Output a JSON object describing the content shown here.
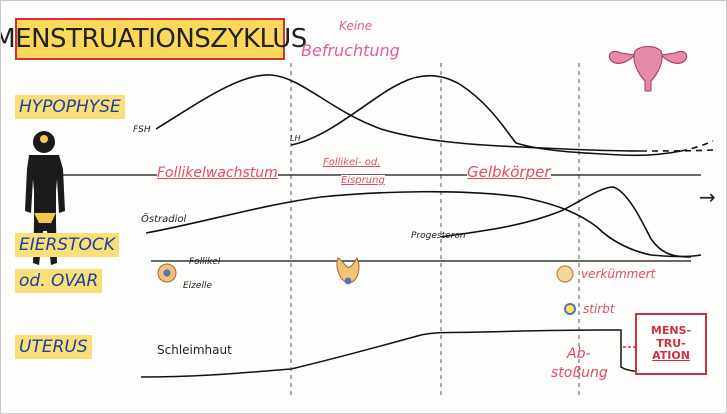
{
  "title": "MENSTRUATIONSZYKLUS",
  "subtitle_line1": "Keine",
  "subtitle_line2": "Befruchtung",
  "sections": {
    "hypophyse": "HYPOPHYSE",
    "eierstock_line1": "EIERSTOCK",
    "eierstock_line2": "od. OVAR",
    "uterus": "UTERUS"
  },
  "hormones": {
    "fsh": "FSH",
    "lh": "LH",
    "ostradiol": "Östradiol",
    "progesteron": "Progesteron"
  },
  "phases": {
    "follikelwachstum": "Follikelwachstum",
    "eisprung_line1": "Follikel- od.",
    "eisprung_line2": "Eisprung",
    "gelbkoerper": "Gelbkörper"
  },
  "ovar": {
    "follikel": "Follikel",
    "eizelle": "Eizelle",
    "verkuemmert": "verkümmert",
    "stirbt": "stirbt"
  },
  "uterus": {
    "schleimhaut": "Schleimhaut",
    "abstossung_line1": "Ab-",
    "abstossung_line2": "stoßung",
    "mens_line1": "MENS-",
    "mens_line2": "TRU-",
    "mens_line3": "ATION"
  },
  "arrow_glyph": "→",
  "colors": {
    "title_bg": "#fbd85a",
    "title_border": "#d12f3b",
    "label_bg": "#f7e07a",
    "label_text": "#1f3f9c",
    "phase_text": "#e34b5f",
    "pink": "#e35aa0",
    "figure": "#1b1b1b",
    "uterus_icon": "#e58aa7"
  }
}
